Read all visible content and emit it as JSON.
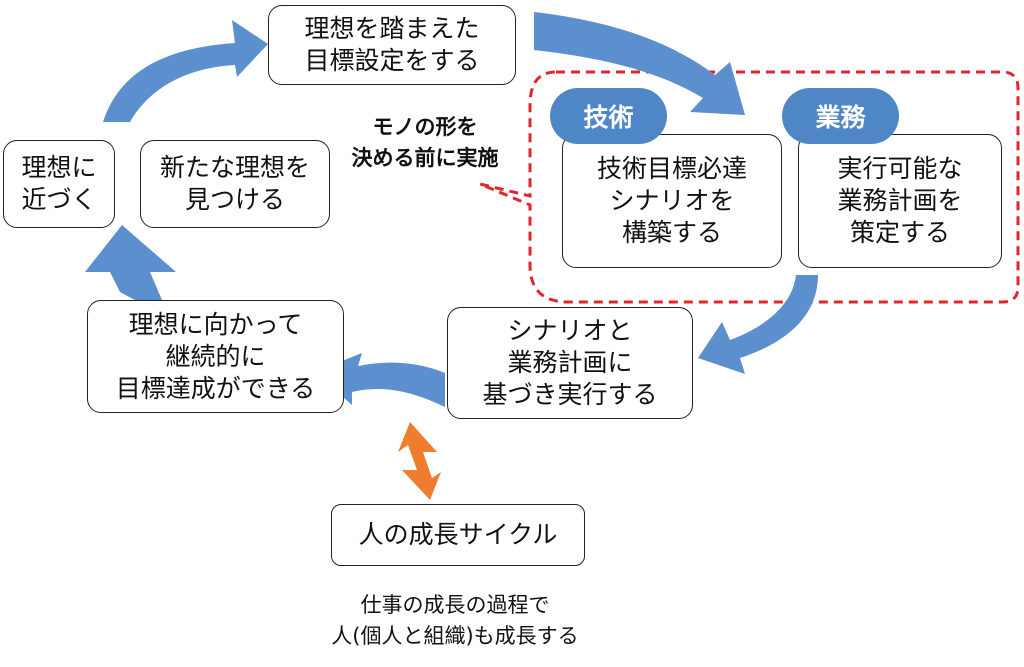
{
  "nodes": {
    "set_goal": [
      "理想を踏まえた",
      "目標設定をする"
    ],
    "approach_ideal": [
      "理想に",
      "近づく"
    ],
    "find_new_ideal": [
      "新たな理想を",
      "見つける"
    ],
    "continuous_achieve": [
      "理想に向かって",
      "継続的に",
      "目標達成ができる"
    ],
    "execute_plan": [
      "シナリオと",
      "業務計画に",
      "基づき実行する"
    ],
    "tech_scenario": [
      "技術目標必達",
      "シナリオを",
      "構築する"
    ],
    "business_plan": [
      "実行可能な",
      "業務計画を",
      "策定する"
    ],
    "human_growth": "人の成長サイクル"
  },
  "tags": {
    "tech": "技術",
    "business": "業務"
  },
  "callout": [
    "モノの形を",
    "決める前に実施"
  ],
  "caption": [
    "仕事の成長の過程で",
    "人(個人と組織)も成長する"
  ],
  "colors": {
    "arrow_blue": "#5b8fce",
    "arrow_orange": "#ee7d2f",
    "dashed_red": "#e0252b",
    "tag_blue": "#4f86c6"
  }
}
